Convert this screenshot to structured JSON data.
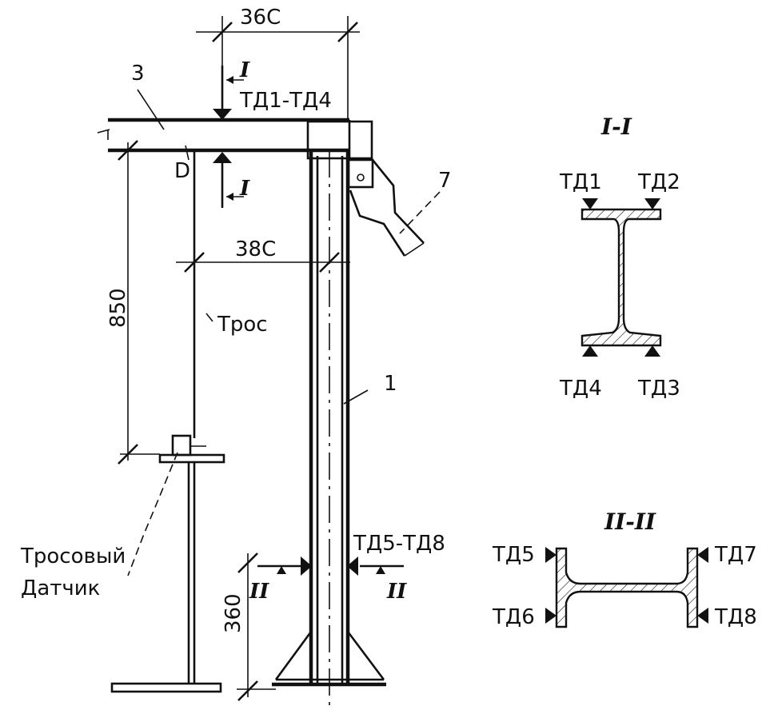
{
  "dimensions": {
    "top_offset": "36C",
    "rope_offset": "38C",
    "height_850": "850",
    "height_360": "360"
  },
  "labels": {
    "item_3": "3",
    "item_7": "7",
    "item_1": "1",
    "point_d": "D",
    "rope": "Трос",
    "sensor_line1": "Тросовый",
    "sensor_line2": "Датчик",
    "td1_td4": "ТД1-ТД4",
    "td5_td8": "ТД5-ТД8"
  },
  "cut_marks": {
    "cut_1_top": "I",
    "cut_1_bottom": "I",
    "cut_2_left": "II",
    "cut_2_right": "II"
  },
  "section_1": {
    "title": "I-I",
    "top_left": "ТД1",
    "top_right": "ТД2",
    "bottom_left": "ТД4",
    "bottom_right": "ТД3"
  },
  "section_2": {
    "title": "II-II",
    "left_top": "ТД5",
    "left_bottom": "ТД6",
    "right_top": "ТД7",
    "right_bottom": "ТД8"
  }
}
